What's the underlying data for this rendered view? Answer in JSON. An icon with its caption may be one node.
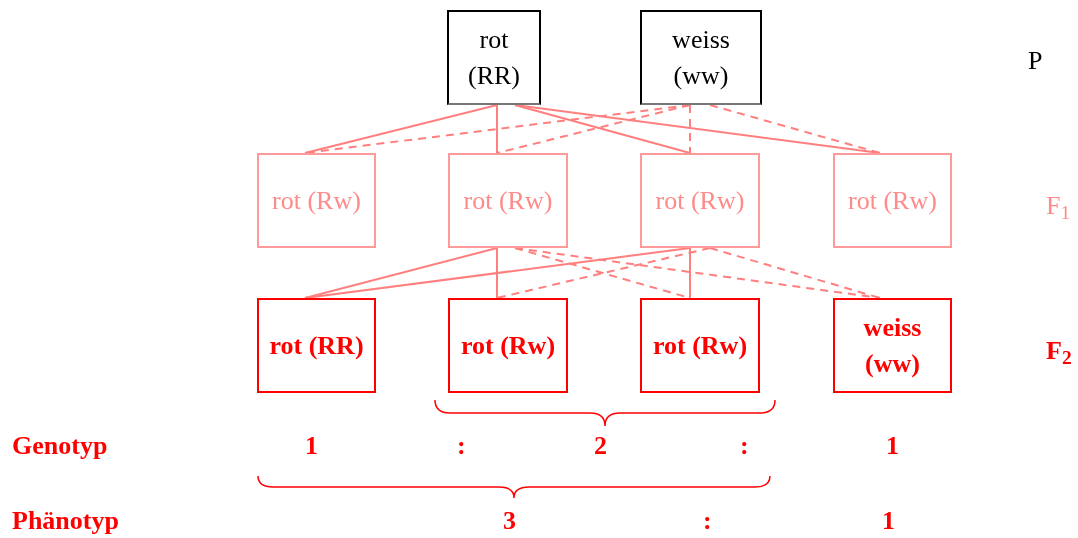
{
  "diagram": {
    "nodes": [
      {
        "text": [
          "rot (RR)"
        ]
      },
      {
        "text": [
          "weiss (ww)"
        ]
      },
      {
        "text": [
          "rot (Rw)"
        ]
      },
      {
        "text": [
          "rot (Rw)"
        ]
      },
      {
        "text": [
          "rot (Rw)"
        ]
      },
      {
        "text": [
          "rot (Rw)"
        ]
      },
      {
        "text": [
          "rot (RR)"
        ]
      },
      {
        "text": [
          "rot (Rw)"
        ]
      },
      {
        "text": [
          "rot (Rw)"
        ]
      },
      {
        "text": [
          "weiss (ww)"
        ]
      }
    ],
    "edges": [
      {
        "from": 0,
        "to": 2,
        "arrow": "none"
      },
      {
        "from": 0,
        "to": 3,
        "arrow": "none"
      },
      {
        "from": 0,
        "to": 4,
        "arrow": "none"
      },
      {
        "from": 0,
        "to": 5,
        "arrow": "none"
      },
      {
        "from": 1,
        "to": 2,
        "arrow": "none",
        "style": "dashed"
      },
      {
        "from": 1,
        "to": 3,
        "arrow": "none",
        "style": "dashed"
      },
      {
        "from": 1,
        "to": 4,
        "arrow": "none",
        "style": "dashed"
      },
      {
        "from": 1,
        "to": 5,
        "arrow": "none",
        "style": "dashed"
      },
      {
        "from": 3,
        "to": 6,
        "arrow": "none"
      },
      {
        "from": 3,
        "to": 7,
        "arrow": "none"
      },
      {
        "from": 3,
        "to": 8,
        "arrow": "none",
        "style": "dashed"
      },
      {
        "from": 3,
        "to": 9,
        "arrow": "none",
        "style": "dashed"
      },
      {
        "from": 4,
        "to": 6,
        "arrow": "none"
      },
      {
        "from": 4,
        "to": 8,
        "arrow": "none"
      },
      {
        "from": 4,
        "to": 7,
        "arrow": "none",
        "style": "dashed"
      },
      {
        "from": 4,
        "to": 9,
        "arrow": "none",
        "style": "dashed"
      }
    ],
    "labels": [
      "P",
      "F$_{1}$",
      "F$_{2}$",
      "Genotyp",
      "1",
      ":",
      "2",
      ":",
      "1",
      "Phänotyp",
      "3",
      ":",
      "1"
    ]
  }
}
